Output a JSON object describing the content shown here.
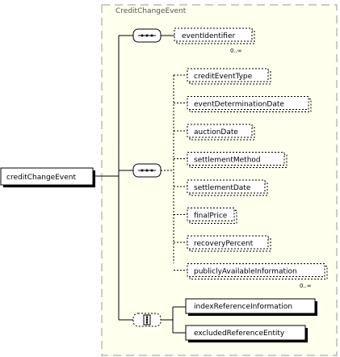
{
  "diagram": {
    "type_title": "CreditChangeEvent",
    "root_element": "creditChangeEvent",
    "sequence_top": {
      "element": "eventIdentifier",
      "occurrence": "0..∞"
    },
    "choice_elements": [
      "creditEventType",
      "eventDeterminationDate",
      "auctionDate",
      "settlementMethod",
      "settlementDate",
      "finalPrice",
      "recoveryPercent",
      "publiclyAvailableInformation"
    ],
    "choice_occurrence": "0..∞",
    "bottom_choice": [
      "indexReferenceInformation",
      "excludedReferenceEntity"
    ],
    "colors": {
      "panel_fill": "#ffffee",
      "panel_border": "#999999",
      "line": "#000000"
    }
  }
}
